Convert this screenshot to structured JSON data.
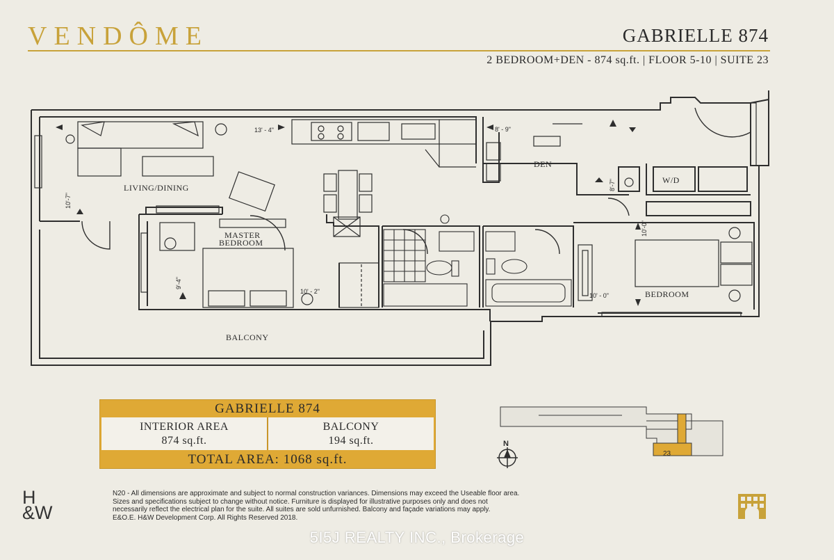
{
  "header": {
    "brand": "VENDÔME",
    "suite_name": "GABRIELLE 874",
    "subtitle": "2 BEDROOM+DEN - 874 sq.ft.  |  FLOOR 5-10  |  SUITE 23"
  },
  "floorplan": {
    "rooms": {
      "living_dining": "LIVING/DINING",
      "master_bedroom_1": "MASTER",
      "master_bedroom_2": "BEDROOM",
      "den": "DEN",
      "bedroom": "BEDROOM",
      "balcony": "BALCONY",
      "laundry": "W/D"
    },
    "dimensions": {
      "living_width": "13' - 4\"",
      "living_depth": "10'-7\"",
      "den_width": "8' - 9\"",
      "den_depth": "8'-7\"",
      "master_width": "10' - 2\"",
      "master_depth": "9'-4\"",
      "bedroom_width": "10' - 0\"",
      "bedroom_depth": "10'-0\""
    }
  },
  "area_table": {
    "title": "GABRIELLE 874",
    "interior_label": "INTERIOR AREA",
    "interior_value": "874 sq.ft.",
    "balcony_label": "BALCONY",
    "balcony_value": "194 sq.ft.",
    "total": "TOTAL AREA: 1068 sq.ft."
  },
  "keyplan": {
    "north": "N",
    "suite_number": "23"
  },
  "footer": {
    "logo_line1": "H",
    "logo_line2": "&W",
    "disclaimer_1": "N20 - All dimensions are approximate and subject to normal construction variances. Dimensions may exceed  the Useable floor area.",
    "disclaimer_2": "Sizes and specifications subject to change without notice. Furniture is displayed  for illustrative purposes only and does not",
    "disclaimer_3": "necessarily reflect the electrical plan for the suite. All suites are sold unfurnished. Balcony and façade variations may apply.",
    "disclaimer_4": "E&O.E.  H&W Development Corp. All Rights Reserved 2018.",
    "watermark": "5I5J REALTY INC., Brokerage"
  },
  "colors": {
    "gold": "#c8a23a",
    "table_gold": "#dfa935",
    "paper": "#eeece4",
    "ink": "#2a2a2a"
  }
}
